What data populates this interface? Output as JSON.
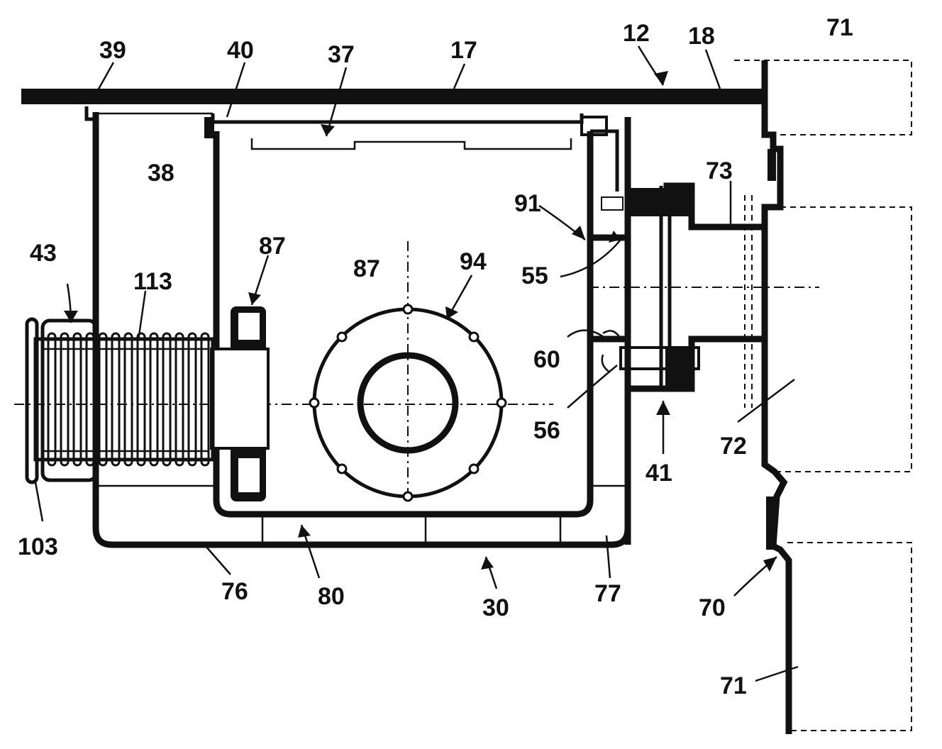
{
  "labels": {
    "l39": "39",
    "l40": "40",
    "l37": "37",
    "l17": "17",
    "l12": "12",
    "l18": "18",
    "l71_top": "71",
    "l38": "38",
    "l73": "73",
    "l91": "91",
    "l87_top": "87",
    "l87_mid": "87",
    "l94": "94",
    "l55": "55",
    "l43": "43",
    "l113": "113",
    "l60": "60",
    "l56": "56",
    "l72": "72",
    "l41": "41",
    "l103": "103",
    "l76": "76",
    "l80": "80",
    "l30": "30",
    "l77": "77",
    "l70": "70",
    "l71_bottom": "71"
  },
  "colors": {
    "ink": "#111111",
    "paper": "#ffffff"
  }
}
